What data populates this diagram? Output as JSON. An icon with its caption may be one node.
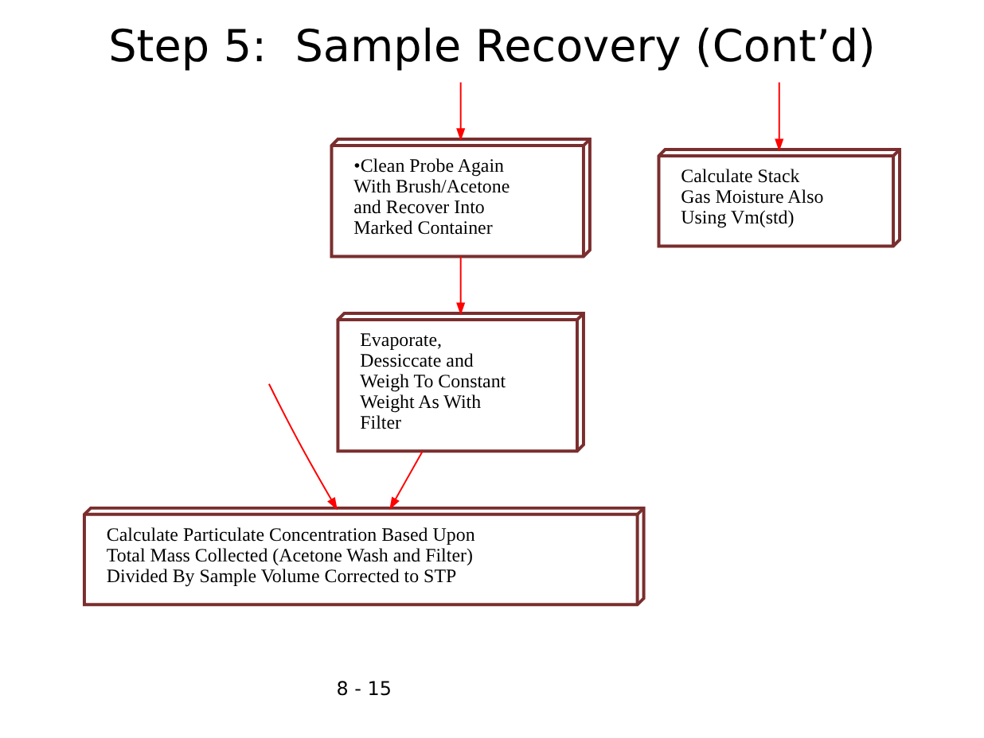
{
  "diagram": {
    "title": "Step 5:  Sample Recovery (Cont’d)",
    "nodes": [
      {
        "text": [
          "•Clean Probe Again With Brush/Acetone and Recover Into Marked Container"
        ]
      },
      {
        "text": [
          "Evaporate, Dessiccate and Weigh To Constant Weight As With Filter"
        ]
      },
      {
        "text": [
          "Calculate Particulate Concentration Based Upon Total Mass Collected (Acetone Wash and Filter) Divided By Sample Volume Corrected to STP"
        ]
      },
      {
        "text": [
          "Calculate Stack Gas Moisture Also Using Vm(std)"
        ]
      }
    ],
    "edges": [
      {
        "from": null,
        "to": 0,
        "arrow": "to"
      },
      {
        "from": 0,
        "to": 1,
        "arrow": "to"
      },
      {
        "from": 1,
        "to": 2,
        "arrow": "to"
      },
      {
        "from": null,
        "to": 2,
        "arrow": "to"
      },
      {
        "from": null,
        "to": 3,
        "arrow": "to"
      }
    ],
    "labels": [
      "8 - 15"
    ]
  }
}
